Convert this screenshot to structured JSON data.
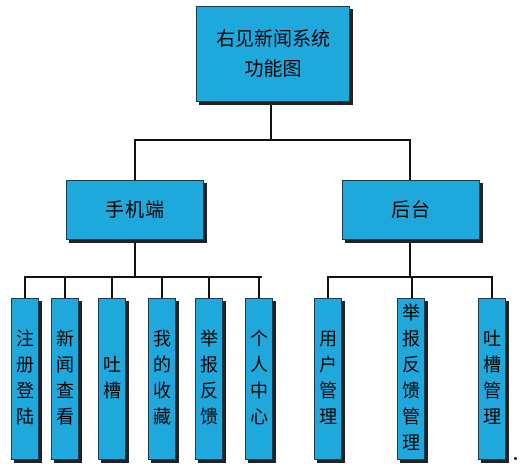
{
  "root": {
    "label": "右见新闻系统功能图"
  },
  "branches": [
    {
      "label": "手机端",
      "children": [
        "注册登陆",
        "新闻查看",
        "吐槽",
        "我的收藏",
        "举报反馈",
        "个人中心"
      ]
    },
    {
      "label": "后台",
      "children": [
        "用户管理",
        "举报反馈管理",
        "吐槽管理"
      ]
    }
  ]
}
